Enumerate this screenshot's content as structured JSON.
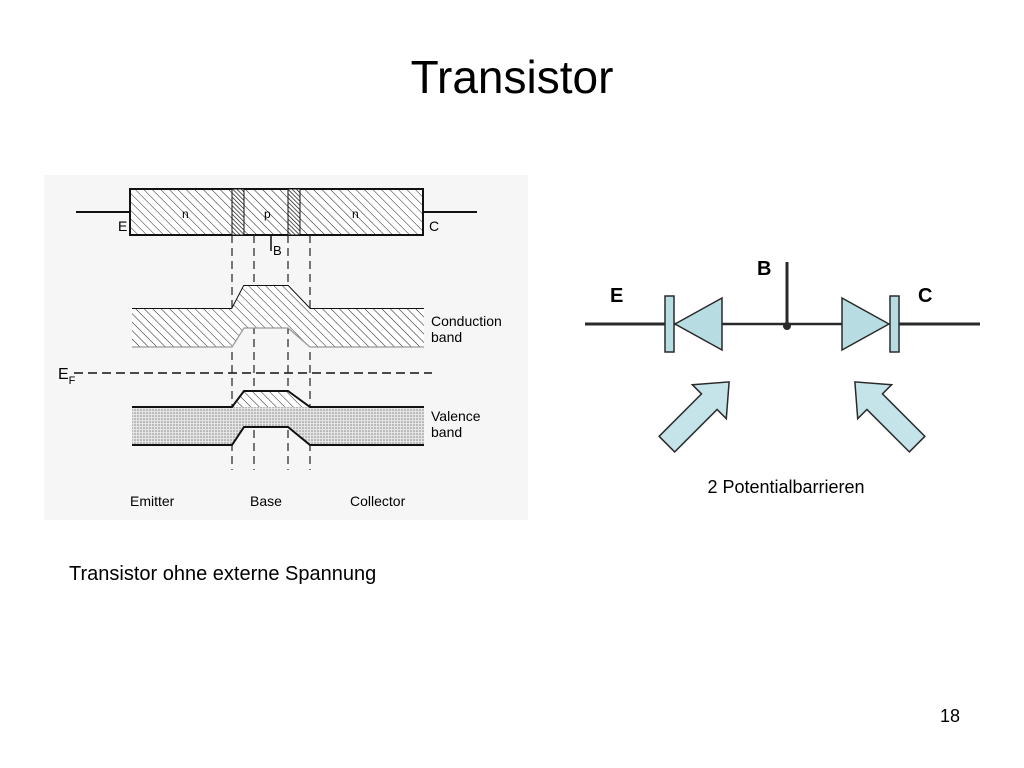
{
  "slide": {
    "title": "Transistor",
    "caption": "Transistor ohne externe Spannung",
    "page_number": "18"
  },
  "band_diagram": {
    "terminal_left": "E",
    "terminal_right": "C",
    "region_labels": [
      "n",
      "p",
      "n"
    ],
    "base_label": "B",
    "conduction_label_line1": "Conduction",
    "conduction_label_line2": "band",
    "valence_label_line1": "Valence",
    "valence_label_line2": "band",
    "fermi_label": "E",
    "fermi_subscript": "F",
    "bottom_labels": [
      "Emitter",
      "Base",
      "Collector"
    ]
  },
  "circuit": {
    "label_e": "E",
    "label_b": "B",
    "label_c": "C",
    "barrier_text": "2 Potentialbarrieren",
    "colors": {
      "diode_fill": "#b7dde3",
      "arrow_fill": "#c4e4ea",
      "outline": "#2a2a2a"
    }
  }
}
